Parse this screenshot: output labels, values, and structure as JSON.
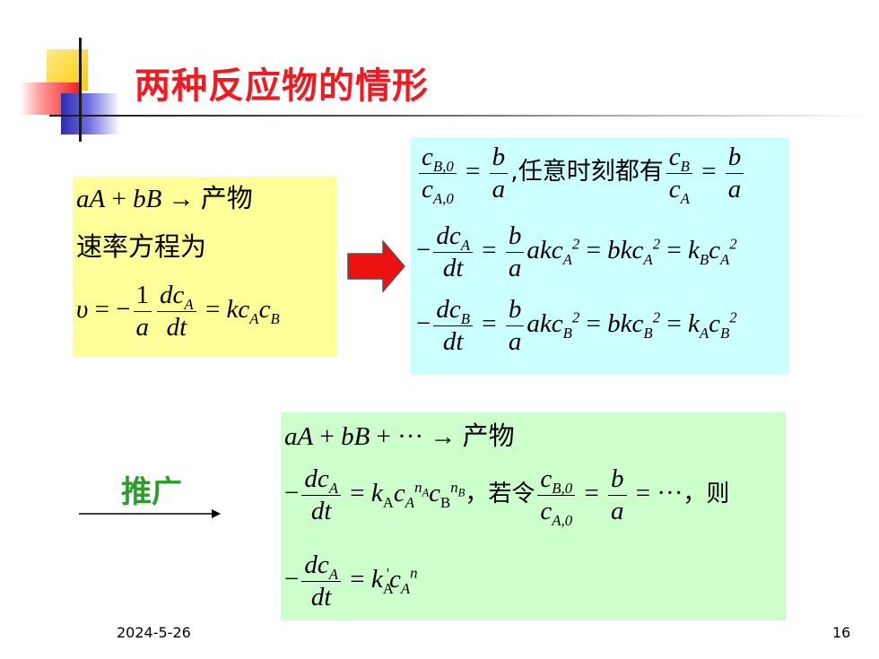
{
  "slide": {
    "title": "两种反应物的情形",
    "footer_date": "2024-5-26",
    "page_number": "16"
  },
  "left_box": {
    "line1": "aA + bB → 产物",
    "line2": "速率方程为",
    "rate_equation": "υ = −(1/a)(dc_A/dt) = k c_A c_B"
  },
  "right_box": {
    "text_mid": ",任意时刻都有",
    "eq1": "c_B,0/c_A,0 = b/a, 任意时刻都有 c_B/c_A = b/a",
    "eq2": "−dc_A/dt = (b/a) a k c_A² = b k c_A² = k_B c_A²",
    "eq3": "−dc_B/dt = (b/a) a k c_B² = b k c_B² = k_A c_B²"
  },
  "generalization": {
    "label": "推广",
    "line1": "aA + bB + ··· → 产物",
    "text_ruoling": "若令",
    "text_ze": "，则",
    "eq2": "−dc_A/dt = k_A c_A^nA c_B^nB, 若令 c_B,0/c_A,0 = b/a = ···, 则",
    "eq3": "−dc_A/dt = k'_A c_A^n"
  },
  "colors": {
    "title": "#ee1b22",
    "left_box_bg": "#ffff99",
    "right_box_bg": "#ccffff",
    "general_box_bg": "#ccffcc",
    "label_green": "#2a9d2a",
    "arrow_red": "#ee1111"
  },
  "icons": {
    "red_arrow": "right-arrow-block-icon",
    "black_arrow": "right-arrow-line-icon"
  }
}
